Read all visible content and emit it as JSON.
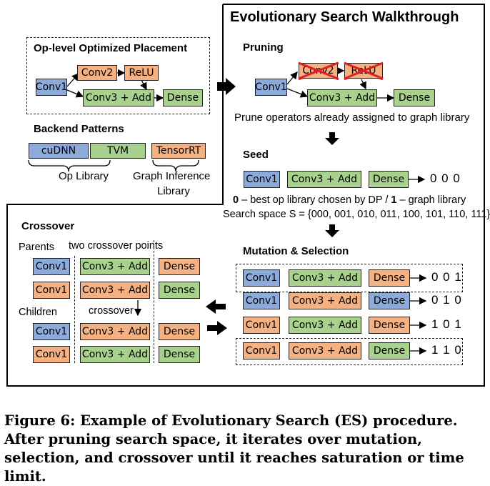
{
  "walkthrough_title": "Evolutionary Search Walkthrough",
  "placement": {
    "title": "Op-level Optimized Placement",
    "ops": {
      "conv1": "Conv1",
      "conv2": "Conv2",
      "relu": "ReLU",
      "conv3add": "Conv3 + Add",
      "dense": "Dense"
    }
  },
  "backend": {
    "title": "Backend Patterns",
    "cudnn": "cuDNN",
    "tvm": "TVM",
    "tensorrt": "TensorRT",
    "op_library": "Op Library",
    "graph_library_line1": "Graph Inference",
    "graph_library_line2": "Library"
  },
  "pruning": {
    "title": "Pruning",
    "ops": {
      "conv1": "Conv1",
      "conv2": "Conv2",
      "relu": "ReLU",
      "conv3add": "Conv3 + Add",
      "dense": "Dense"
    },
    "caption": "Prune operators already assigned to graph library"
  },
  "seed": {
    "title": "Seed",
    "ops": {
      "conv1": "Conv1",
      "conv3add": "Conv3 + Add",
      "dense": "Dense"
    },
    "code": "0 0 0",
    "note_bold0": "0",
    "note_mid": " – best op library chosen by DP / ",
    "note_bold1": "1",
    "note_end": " – graph library",
    "search_space": "Search space S = {000, 001, 010, 011, 100, 101, 110, 111}"
  },
  "mutation": {
    "title": "Mutation & Selection",
    "rows": [
      {
        "conv1": "Conv1",
        "conv3add": "Conv3 + Add",
        "dense": "Dense",
        "code": "0 0 1"
      },
      {
        "conv1": "Conv1",
        "conv3add": "Conv3 + Add",
        "dense": "Dense",
        "code": "0 1 0"
      },
      {
        "conv1": "Conv1",
        "conv3add": "Conv3 + Add",
        "dense": "Dense",
        "code": "1 0 1"
      },
      {
        "conv1": "Conv1",
        "conv3add": "Conv3 + Add",
        "dense": "Dense",
        "code": "1 1 0"
      }
    ]
  },
  "crossover": {
    "title": "Crossover",
    "parents_label": "Parents",
    "points_label": "two crossover points",
    "children_label": "Children",
    "crossover_label": "crossover",
    "rows": [
      {
        "conv1": "Conv1",
        "conv3add": "Conv3 + Add",
        "dense": "Dense"
      },
      {
        "conv1": "Conv1",
        "conv3add": "Conv3 + Add",
        "dense": "Dense"
      },
      {
        "conv1": "Conv1",
        "conv3add": "Conv3 + Add",
        "dense": "Dense"
      },
      {
        "conv1": "Conv1",
        "conv3add": "Conv3 + Add",
        "dense": "Dense"
      }
    ]
  },
  "figure_caption": "Figure 6: Example of Evolutionary Search (ES) procedure. After pruning search space, it iterates over mutation, selection, and crossover until it reaches saturation or time limit.",
  "colors": {
    "op_library_blue": "#8eaadb",
    "graph_library_orange": "#f4b183",
    "tvm_green": "#a9d18e",
    "prune_cross": "#e02020"
  }
}
